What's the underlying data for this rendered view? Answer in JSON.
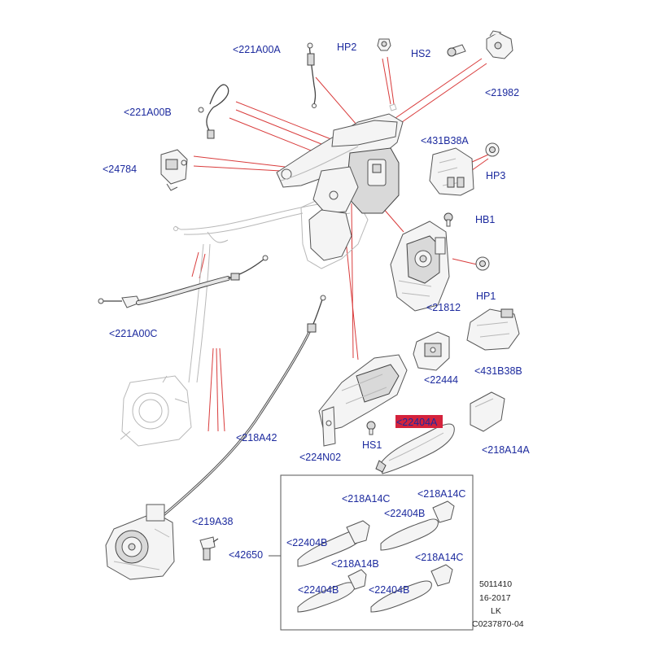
{
  "diagram": {
    "labels": {
      "l221A00A": "<221A00A",
      "lHP2": "HP2",
      "lHS2": "HS2",
      "l21982": "<21982",
      "l221A00B": "<221A00B",
      "l431B38A": "<431B38A",
      "lHP3": "HP3",
      "l24784": "<24784",
      "lHB1": "HB1",
      "l21812": "<21812",
      "lHP1": "HP1",
      "l221A00C": "<221A00C",
      "l431B38B": "<431B38B",
      "l22444": "<22444",
      "l22404A": "<22404A",
      "l218A42": "<218A42",
      "lHS1": "HS1",
      "l224N02": "<224N02",
      "l218A14A": "<218A14A",
      "l218A14C_1": "<218A14C",
      "l218A14C_2": "<218A14C",
      "l219A38": "<219A38",
      "l22404B_1": "<22404B",
      "l22404B_2": "<22404B",
      "l42650": "<42650",
      "l218A14B": "<218A14B",
      "l218A14C_3": "<218A14C",
      "l22404B_3": "<22404B",
      "l22404B_4": "<22404B"
    },
    "highlight_color": "#d4223c",
    "label_color": "#1c2a9e",
    "leader_color": "#d93c3c",
    "reference_codes": [
      "5011410",
      "16-2017",
      "LK",
      "C0237870-04"
    ]
  }
}
